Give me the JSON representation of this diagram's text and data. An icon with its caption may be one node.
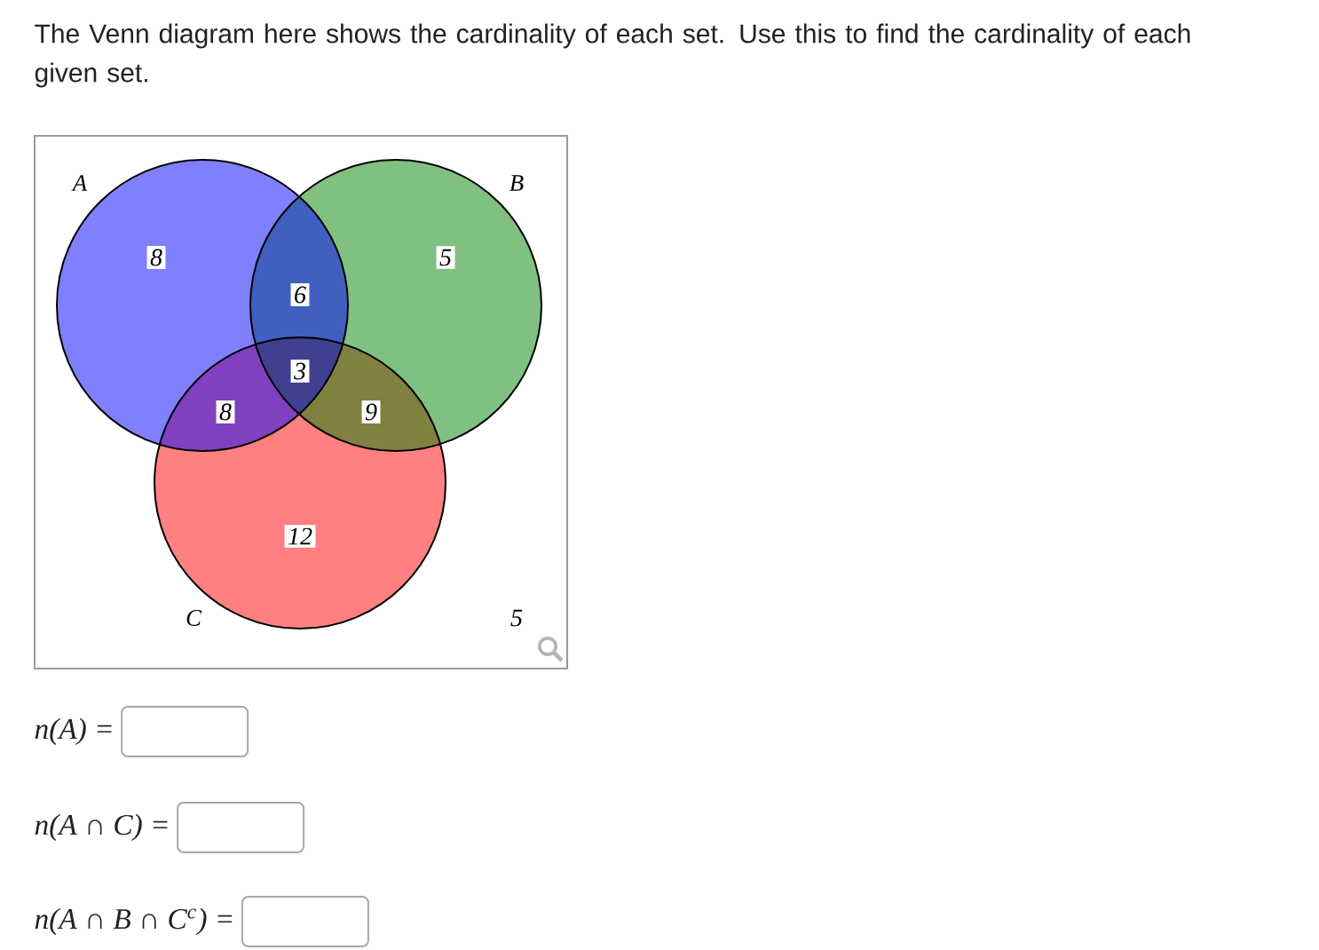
{
  "diagram": {
    "title": "The Venn diagram here shows the cardinality of each set. Use this to find the cardinality of each given set.",
    "nodes": [
      {
        "text": [
          "5"
        ]
      },
      {
        "text": [
          "A",
          "8"
        ],
        "in": 0
      },
      {
        "text": [
          "B",
          "5"
        ],
        "in": 0
      },
      {
        "text": [
          "C",
          "12"
        ],
        "in": 0
      }
    ],
    "labels": [
      "6",
      "3",
      "8",
      "9",
      "n(A) =",
      "n(A ∩ C) =",
      "n(A ∩ B ∩ C$^{c}$) ="
    ]
  }
}
